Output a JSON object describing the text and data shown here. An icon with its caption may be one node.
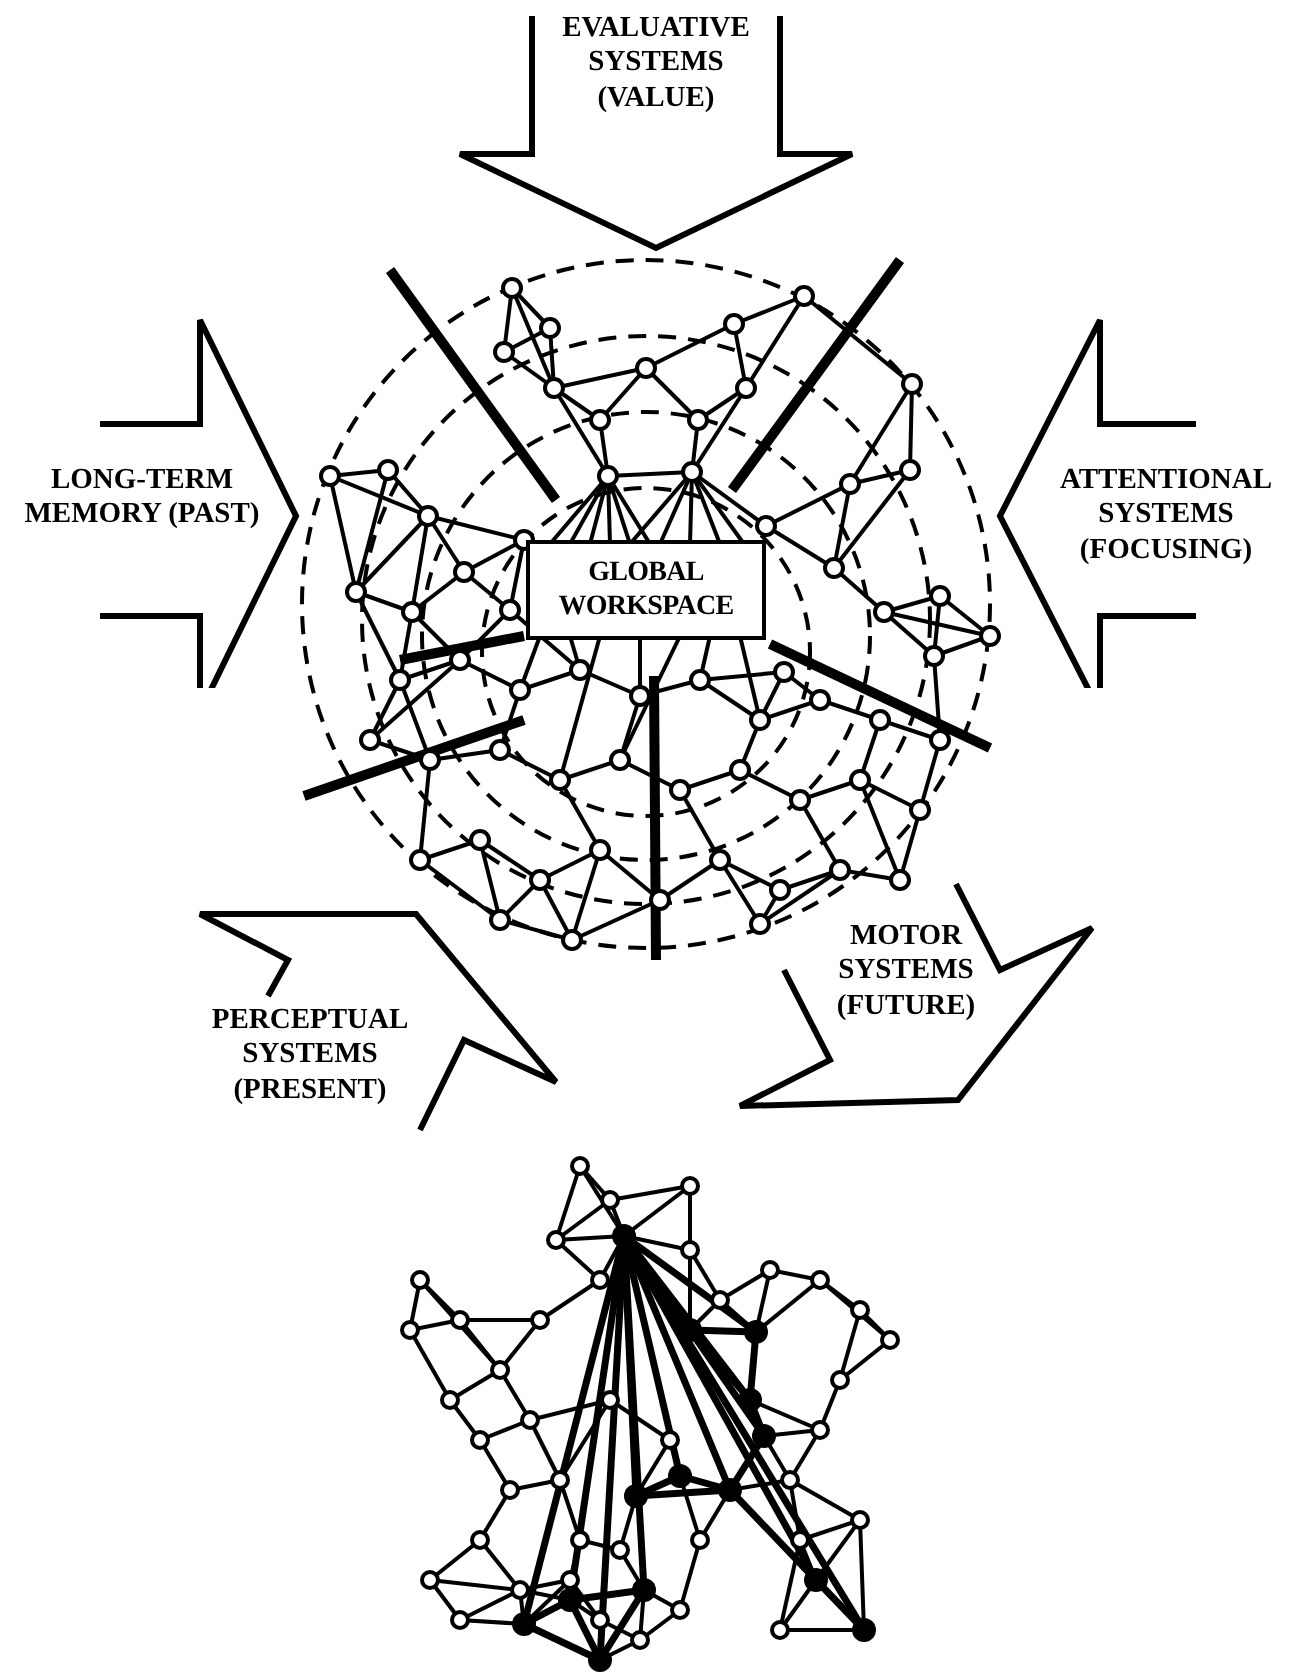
{
  "diagram": {
    "nodes": [
      {
        "text": [
          "EVALUATIVE SYSTEMS (VALUE)"
        ]
      },
      {
        "text": [
          "LONG-TERM MEMORY (PAST)"
        ]
      },
      {
        "text": [
          "ATTENTIONAL SYSTEMS (FOCUSING)"
        ]
      },
      {
        "text": [
          "GLOBAL WORKSPACE"
        ]
      },
      {
        "text": [
          "PERCEPTUAL SYSTEMS (PRESENT)"
        ]
      },
      {
        "text": [
          "MOTOR SYSTEMS (FUTURE)"
        ]
      }
    ]
  }
}
